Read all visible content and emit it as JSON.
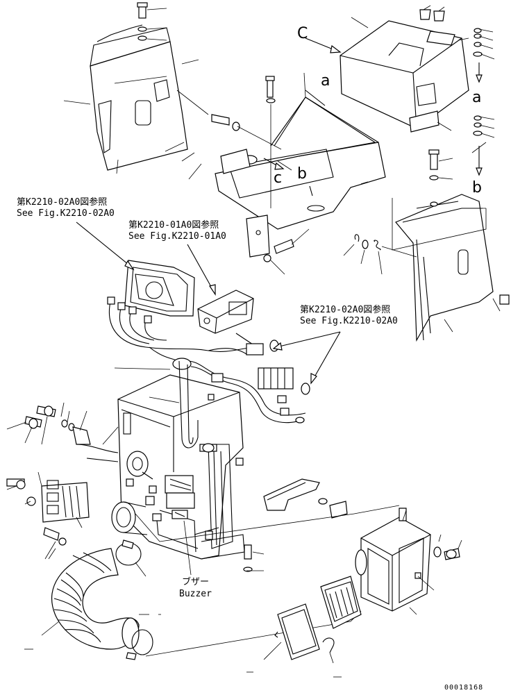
{
  "refs": {
    "ref1_jp": "第K2210-02A0図参照",
    "ref1_en": "See Fig.K2210-02A0",
    "ref2_jp": "第K2210-01A0図参照",
    "ref2_en": "See Fig.K2210-01A0",
    "ref3_jp": "第K2210-02A0図参照",
    "ref3_en": "See Fig.K2210-02A0"
  },
  "letters": {
    "C_upper": "C",
    "c_lower": "c",
    "a_1": "a",
    "a_2": "a",
    "b_1": "b",
    "b_2": "b"
  },
  "buzzer": {
    "jp": "ブザー",
    "en": "Buzzer"
  },
  "drawing_number": "00018168",
  "colors": {
    "line": "#000000",
    "background": "#ffffff"
  }
}
